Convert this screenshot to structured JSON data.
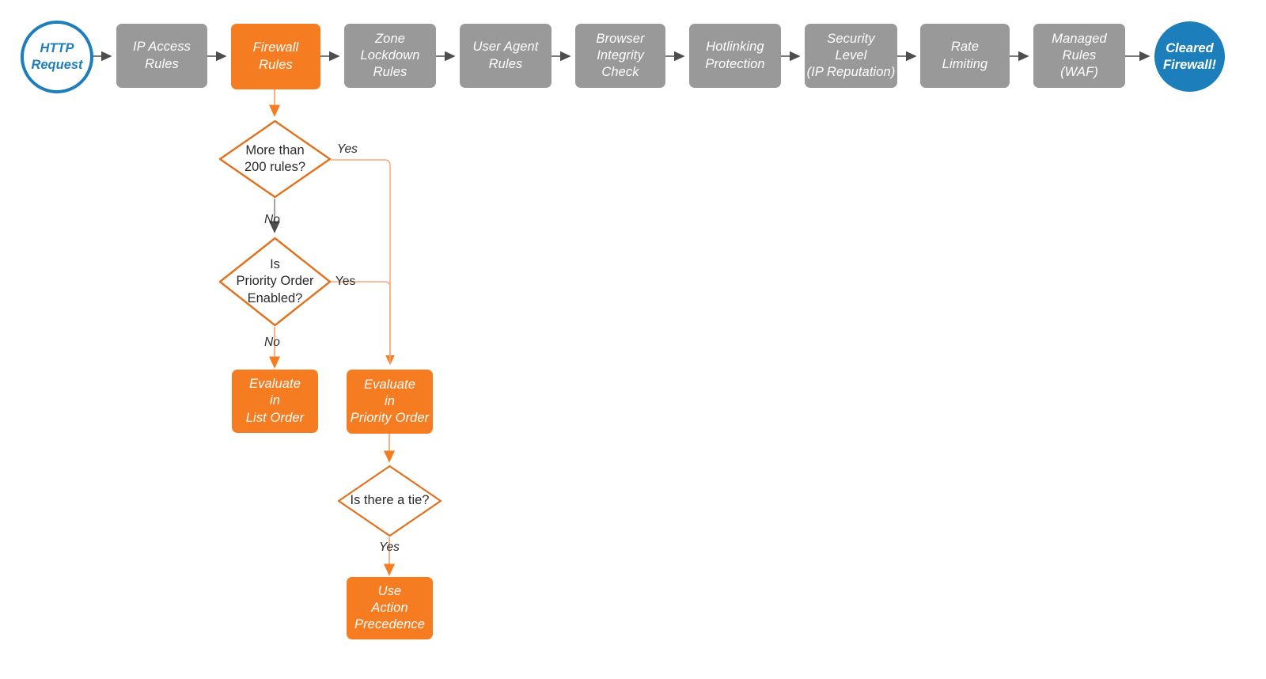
{
  "diagram": {
    "title": "Cloudflare firewall rules evaluation order flowchart",
    "colors": {
      "gray": "#999999",
      "orange": "#F57C20",
      "orange_light": "#F7A878",
      "blue": "#1C7EBB",
      "arrow_gray": "#4D4D4D",
      "text_dark": "#2B2B2B"
    },
    "pipeline": [
      {
        "id": "http-request",
        "label": "HTTP\nRequest",
        "shape": "circle",
        "style": "start"
      },
      {
        "id": "ip-access-rules",
        "label": "IP Access\nRules",
        "shape": "rect",
        "style": "gray"
      },
      {
        "id": "firewall-rules",
        "label": "Firewall\nRules",
        "shape": "rect",
        "style": "orange"
      },
      {
        "id": "zone-lockdown-rules",
        "label": "Zone\nLockdown\nRules",
        "shape": "rect",
        "style": "gray"
      },
      {
        "id": "user-agent-rules",
        "label": "User Agent\nRules",
        "shape": "rect",
        "style": "gray"
      },
      {
        "id": "browser-integrity",
        "label": "Browser\nIntegrity\nCheck",
        "shape": "rect",
        "style": "gray"
      },
      {
        "id": "hotlinking",
        "label": "Hotlinking\nProtection",
        "shape": "rect",
        "style": "gray"
      },
      {
        "id": "security-level",
        "label": "Security\nLevel\n(IP Reputation)",
        "shape": "rect",
        "style": "gray"
      },
      {
        "id": "rate-limiting",
        "label": "Rate\nLimiting",
        "shape": "rect",
        "style": "gray"
      },
      {
        "id": "managed-rules",
        "label": "Managed\nRules\n(WAF)",
        "shape": "rect",
        "style": "gray"
      },
      {
        "id": "cleared-firewall",
        "label": "Cleared\nFirewall!",
        "shape": "circle",
        "style": "end"
      }
    ],
    "decisions": [
      {
        "id": "more-than-200-rules",
        "label": "More than\n200 rules?"
      },
      {
        "id": "priority-order-enabled",
        "label": "Is\nPriority Order\nEnabled?"
      },
      {
        "id": "is-there-a-tie",
        "label": "Is there a tie?"
      }
    ],
    "outcomes": [
      {
        "id": "evaluate-list-order",
        "label": "Evaluate\nin\nList Order"
      },
      {
        "id": "evaluate-priority-order",
        "label": "Evaluate\nin\nPriority Order"
      },
      {
        "id": "use-action-precedence",
        "label": "Use\nAction\nPrecedence"
      }
    ],
    "edge_labels": {
      "more_than_200_yes": "Yes",
      "more_than_200_no": "No",
      "priority_order_yes": "Yes",
      "priority_order_no": "No",
      "tie_yes": "Yes"
    }
  }
}
